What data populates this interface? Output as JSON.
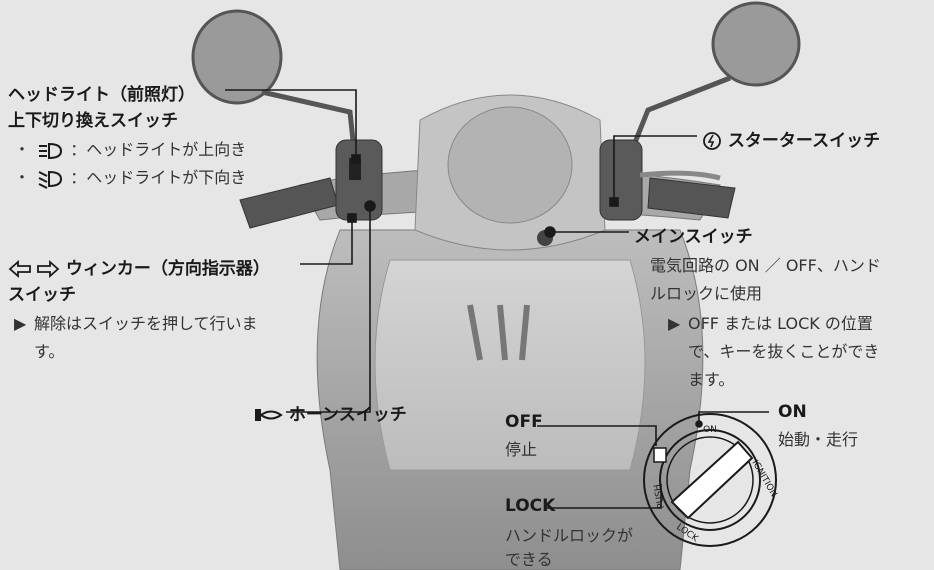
{
  "headlight": {
    "title1": "ヘッドライト（前照灯）",
    "title2": "上下切り換えスイッチ",
    "items": [
      {
        "icon": "high-beam-icon",
        "text": "：ヘッドライトが上向き"
      },
      {
        "icon": "low-beam-icon",
        "text": "：ヘッドライトが下向き"
      }
    ]
  },
  "winker": {
    "title1": "ウィンカー（方向指示器）",
    "title2": "スイッチ",
    "note1": "解除はスイッチを押して行いま",
    "note2": "す。",
    "icon": "turn-signal-icon"
  },
  "horn": {
    "label": "ホーンスイッチ",
    "icon": "horn-icon"
  },
  "starter": {
    "label": "スタータースイッチ",
    "icon": "starter-icon"
  },
  "main_switch": {
    "title": "メインスイッチ",
    "desc1": "電気回路の ON ／ OFF、ハンド",
    "desc2": "ルロックに使用",
    "note1": "OFF または LOCK の位置",
    "note2": "で、キーを抜くことができ",
    "note3": "ます。"
  },
  "key_positions": {
    "off_label": "OFF",
    "off_desc": "停止",
    "on_label": "ON",
    "on_desc": "始動・走行",
    "lock_label": "LOCK",
    "lock_desc1": "ハンドルロックが",
    "lock_desc2": "できる"
  },
  "dial": {
    "on": "ON",
    "ignition": "IGNITION",
    "push": "PUSH",
    "lock": "LOCK"
  },
  "colors": {
    "background": "#e6e6e6",
    "line": "#1a1a1a",
    "motorcycle": "#8a8a8a"
  }
}
